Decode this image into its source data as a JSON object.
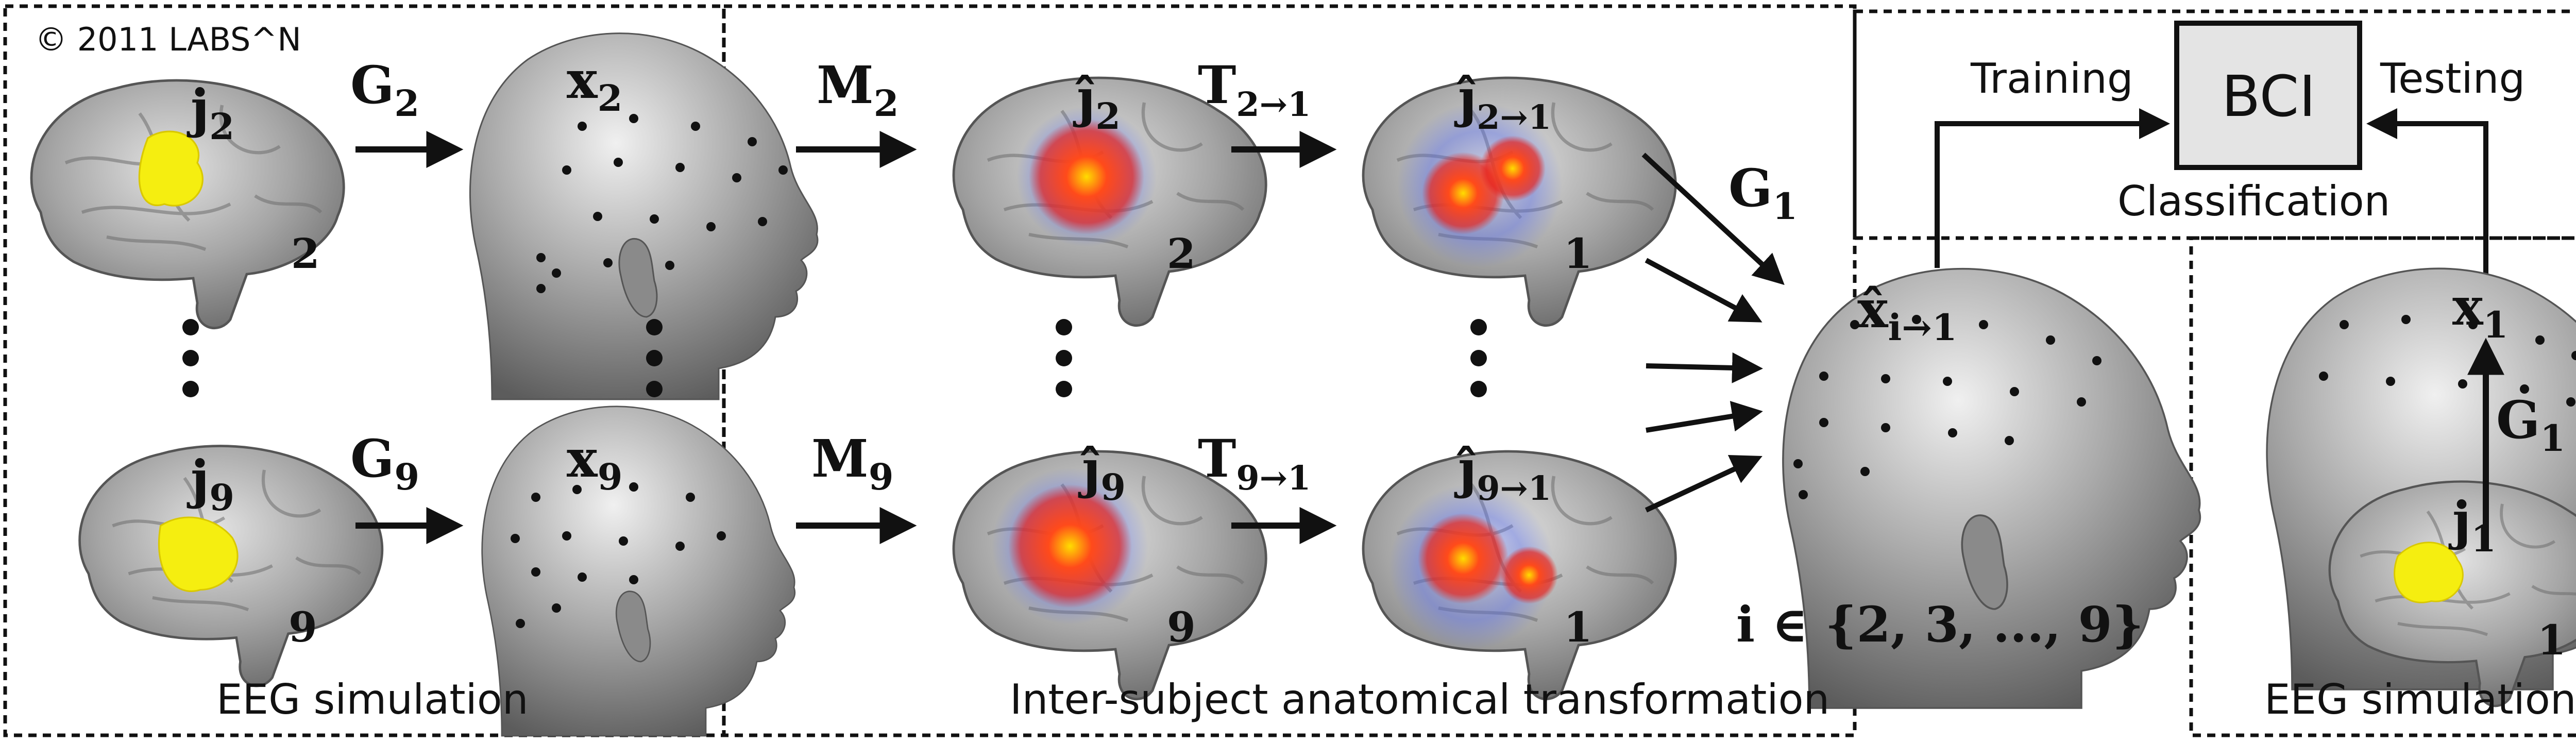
{
  "copyright": "© 2011 LABS^N",
  "sections": {
    "left": "EEG simulation",
    "middle": "Inter-subject anatomical transformation",
    "right": "EEG simulation",
    "classification": "Classification"
  },
  "bci": {
    "box_label": "BCI",
    "training": "Training",
    "testing": "Testing"
  },
  "math": {
    "G2": "G",
    "G2_sub": "2",
    "G9": "G",
    "G9_sub": "9",
    "G1": "G",
    "G1_sub": "1",
    "G1b": "G",
    "G1b_sub": "1",
    "M2": "M",
    "M2_sub": "2",
    "M9": "M",
    "M9_sub": "9",
    "T21": "T",
    "T21_sub": "2→1",
    "T91": "T",
    "T91_sub": "9→1",
    "x2": "x",
    "x2_sub": "2",
    "x9": "x",
    "x9_sub": "9",
    "x1": "x",
    "x1_sub": "1",
    "xhat": "x̂",
    "xhat_sub": "i→1",
    "j2": "j",
    "j2_sub": "2",
    "j9": "j",
    "j9_sub": "9",
    "j1": "j",
    "j1_sub": "1",
    "jh2": "ĵ",
    "jh2_sub": "2",
    "jh9": "ĵ",
    "jh9_sub": "9",
    "jh21": "ĵ",
    "jh21_sub": "2→1",
    "jh91": "ĵ",
    "jh91_sub": "9→1",
    "set": "i ∈ {2, 3, ..., 9}",
    "idx_2a": "2",
    "idx_9a": "9",
    "idx_2b": "2",
    "idx_9b": "9",
    "idx_1a": "1",
    "idx_1b": "1",
    "idx_1c": "1"
  },
  "colors": {
    "border": "#111111",
    "brain": "#9a9a9a",
    "head": "#8e8e8e",
    "activation_yellow": "#f5ee10",
    "activation_red": "#e8221a",
    "activation_blue": "#5a6ee8",
    "bci_fill": "#e4e4e4"
  }
}
